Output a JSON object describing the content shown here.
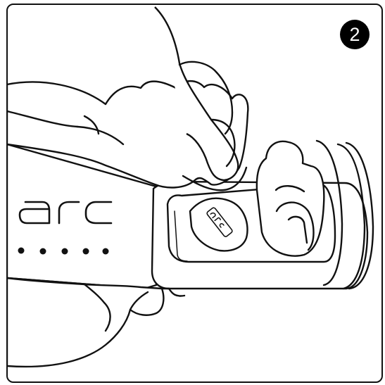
{
  "step": {
    "number": "2"
  },
  "product": {
    "brand_logo": "arc",
    "earbud_logo": "arc",
    "indicator_lights": [
      true,
      true,
      true,
      true,
      true
    ]
  },
  "colors": {
    "line": "#111111",
    "badge_bg": "#000000",
    "badge_text": "#ffffff",
    "background": "#ffffff"
  }
}
